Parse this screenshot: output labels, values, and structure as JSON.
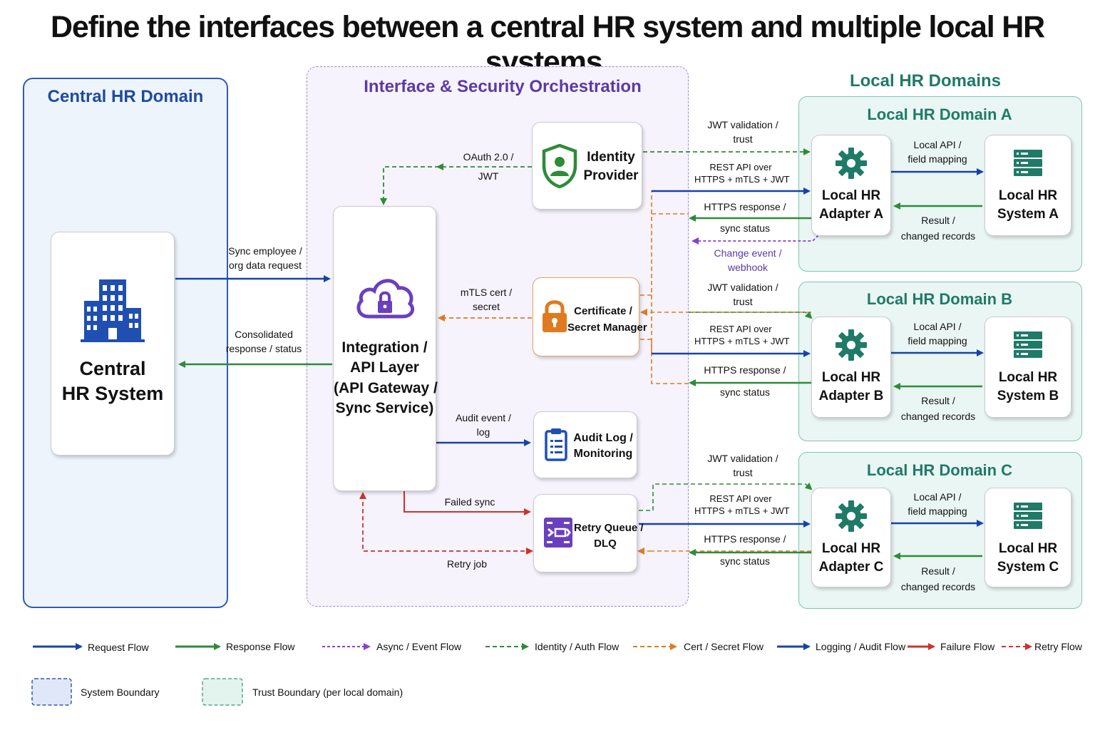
{
  "title": "Define the interfaces between a central HR system and multiple local HR systems.",
  "colors": {
    "request": "#1743a8",
    "response": "#2e8b3a",
    "async": "#8a3fd0",
    "identity": "#2e8b3a",
    "cert": "#e07a20",
    "logging": "#1743a8",
    "failure": "#d2302a",
    "retry": "#d2302a",
    "central_border": "#2f5bb5",
    "orch_border": "#9b8ad6",
    "local_border": "#4daa96",
    "teal_icon": "#1f7a68"
  },
  "central": {
    "zone_title": "Central HR Domain",
    "system_line1": "Central",
    "system_line2": "HR System",
    "icon": "office-building-icon"
  },
  "orchestration": {
    "zone_title": "Interface & Security Orchestration",
    "integration": {
      "line1": "Integration /",
      "line2": "API Layer",
      "line3": "(API Gateway /",
      "line4": "Sync Service)",
      "icon": "cloud-lock-icon"
    },
    "identity_provider": {
      "line1": "Identity",
      "line2": "Provider",
      "icon": "shield-user-icon"
    },
    "cert_manager": {
      "line1": "Certificate /",
      "line2": "Secret Manager",
      "icon": "padlock-icon"
    },
    "audit_log": {
      "line1": "Audit Log /",
      "line2": "Monitoring",
      "icon": "clipboard-icon"
    },
    "retry_queue": {
      "line1": "Retry Queue /",
      "line2": "DLQ",
      "icon": "queue-icon"
    }
  },
  "local": {
    "zone_title": "Local HR Domains",
    "domains": [
      {
        "title": "Local HR Domain A",
        "adapter_line1": "Local HR",
        "adapter_line2": "Adapter A",
        "system_line1": "Local HR",
        "system_line2": "System A"
      },
      {
        "title": "Local HR Domain B",
        "adapter_line1": "Local HR",
        "adapter_line2": "Adapter B",
        "system_line1": "Local HR",
        "system_line2": "System B"
      },
      {
        "title": "Local HR Domain C",
        "adapter_line1": "Local HR",
        "adapter_line2": "Adapter C",
        "system_line1": "Local HR",
        "system_line2": "System C"
      }
    ]
  },
  "flow_labels": {
    "sync_request": [
      "Sync employee /",
      "org data request"
    ],
    "consolidated": [
      "Consolidated",
      "response / status"
    ],
    "oauth": [
      "OAuth 2.0 /",
      "JWT"
    ],
    "mtls_cert": [
      "mTLS cert /",
      "secret"
    ],
    "audit_event": [
      "Audit event /",
      "log"
    ],
    "failed_sync": "Failed sync",
    "retry_job": "Retry job",
    "jwt_validation": [
      "JWT validation /",
      "trust"
    ],
    "rest_api": [
      "REST API over",
      "HTTPS + mTLS + JWT"
    ],
    "https_response": "HTTPS response /",
    "sync_status": "sync status",
    "change_event": [
      "Change event /",
      "webhook"
    ],
    "local_api": [
      "Local API /",
      "field mapping"
    ],
    "result": [
      "Result /",
      "changed records"
    ]
  },
  "legend": {
    "request": "Request Flow",
    "response": "Response Flow",
    "async": "Async / Event Flow",
    "identity": "Identity / Auth Flow",
    "cert": "Cert / Secret Flow",
    "logging": "Logging / Audit Flow",
    "failure": "Failure Flow",
    "retry": "Retry Flow",
    "system_boundary": "System Boundary",
    "trust_boundary": "Trust Boundary (per local domain)"
  }
}
